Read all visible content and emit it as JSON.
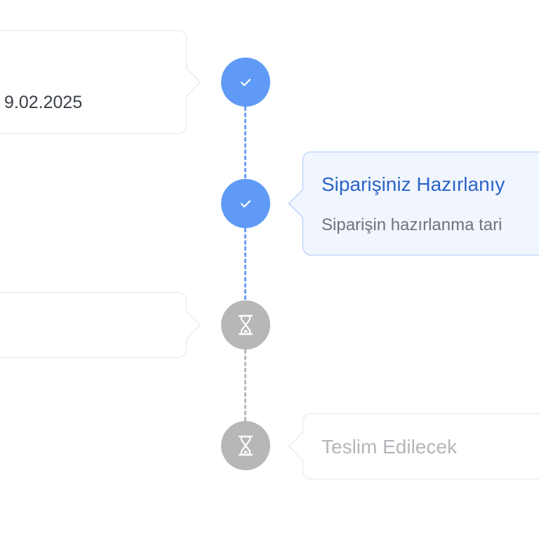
{
  "timeline": {
    "steps": [
      {
        "status": "done",
        "icon": "check-icon",
        "date_text": "9.02.2025"
      },
      {
        "status": "done",
        "icon": "check-icon",
        "title": "Siparişiniz Hazırlanıy",
        "subtitle": "Siparişin hazırlanma tari"
      },
      {
        "status": "pending",
        "icon": "hourglass-icon"
      },
      {
        "status": "pending",
        "icon": "hourglass-icon",
        "title": "Teslim Edilecek"
      }
    ]
  },
  "colors": {
    "done": "#5f9bf6",
    "pending": "#b7b7b9",
    "active_title": "#2c64c6",
    "active_card_bg": "#f1f6fe"
  }
}
